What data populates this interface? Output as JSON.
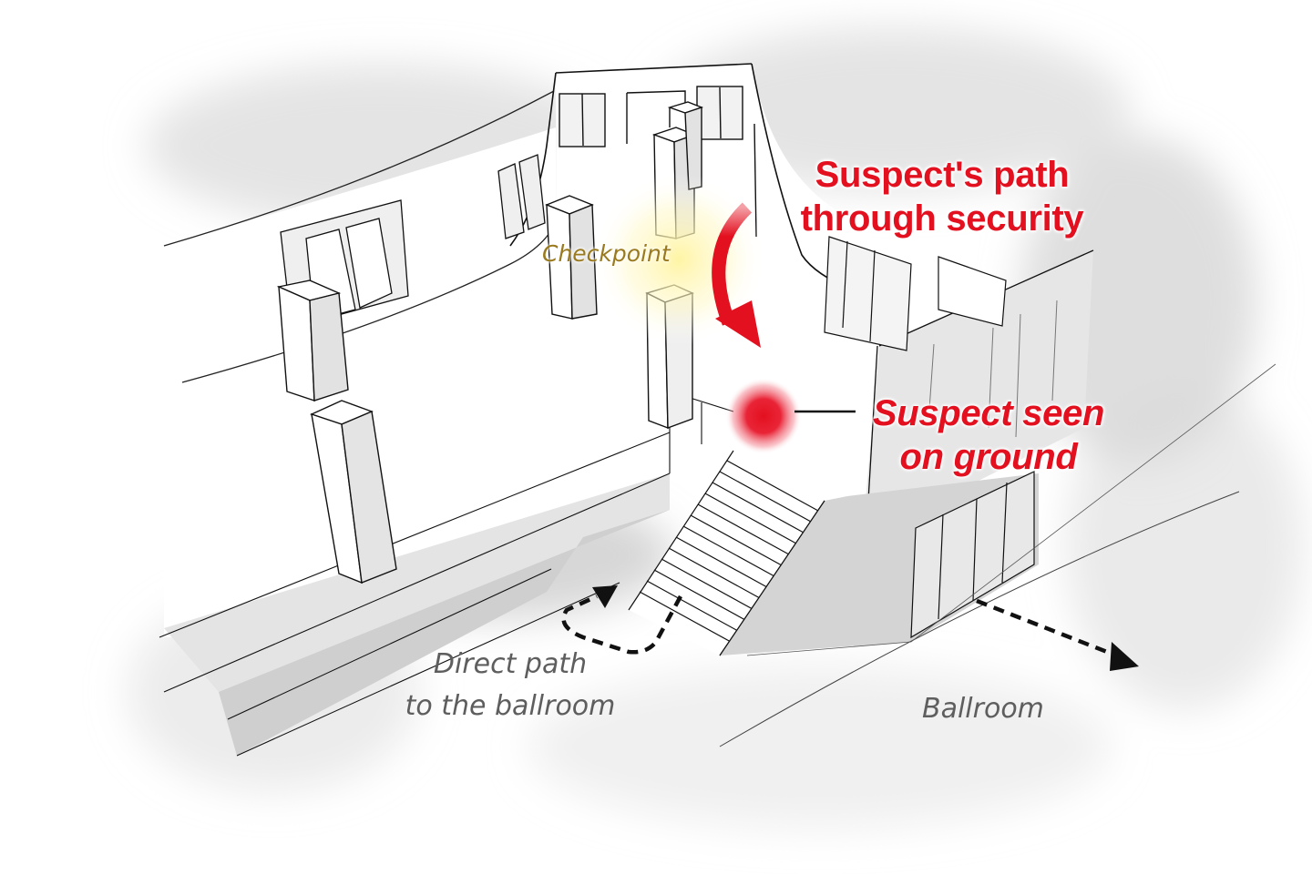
{
  "diagram": {
    "type": "architectural-isometric-illustration",
    "colors": {
      "accent_red": "#e3101f",
      "checkpoint_gold": "#9a7a1e",
      "label_gray": "#5e5e5e",
      "line_black": "#111111",
      "wall_gray": "#e2e2e2",
      "shadow_gray": "#cfcfcf",
      "glow_yellow": "#fff6b0"
    },
    "annotations": {
      "suspect_path": {
        "line1": "Suspect's path",
        "line2": "through security",
        "icon": "curved-arrow-down-icon"
      },
      "suspect_seen": {
        "line1": "Suspect seen",
        "line2": "on ground",
        "icon": "red-dot-marker-icon"
      },
      "checkpoint": {
        "label": "Checkpoint"
      },
      "direct_path": {
        "line1": "Direct path",
        "line2": "to the ballroom",
        "icon": "dashed-arrow-icon"
      },
      "ballroom": {
        "label": "Ballroom",
        "icon": "dashed-arrow-icon"
      }
    }
  }
}
